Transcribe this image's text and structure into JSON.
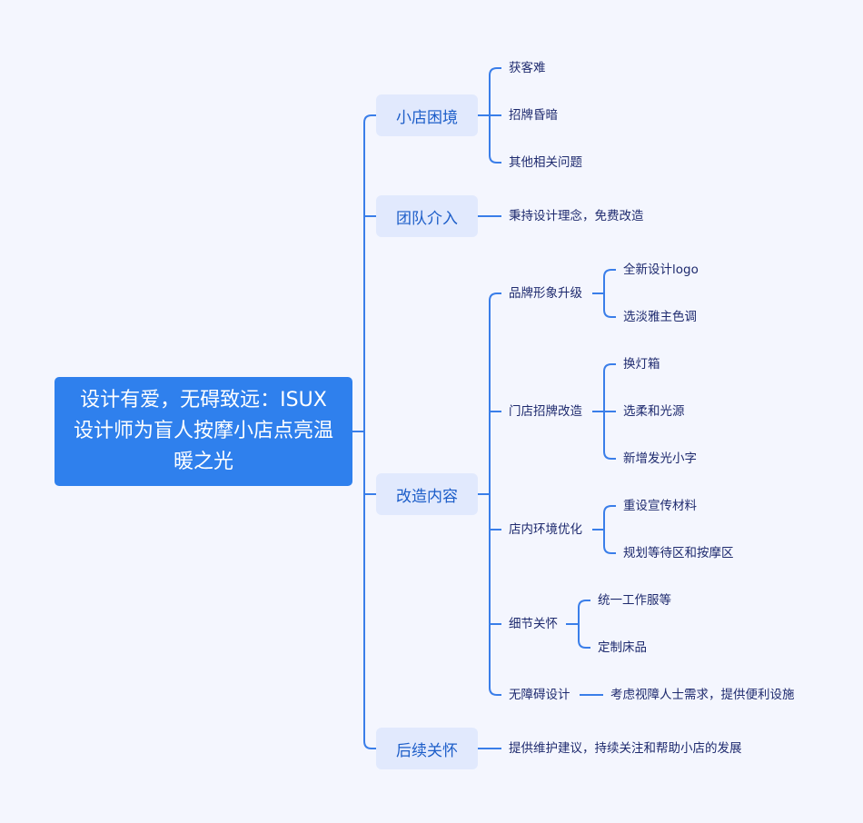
{
  "root": "设计有爱，无碍致远：ISUX设计师为盲人按摩小店点亮温暖之光",
  "branches": [
    {
      "label": "小店困境",
      "children": [
        "获客难",
        "招牌昏暗",
        "其他相关问题"
      ]
    },
    {
      "label": "团队介入",
      "children": [
        "秉持设计理念，免费改造"
      ]
    },
    {
      "label": "改造内容",
      "children": [
        {
          "label": "品牌形象升级",
          "children": [
            "全新设计logo",
            "选淡雅主色调"
          ]
        },
        {
          "label": "门店招牌改造",
          "children": [
            "换灯箱",
            "选柔和光源",
            "新增发光小字"
          ]
        },
        {
          "label": "店内环境优化",
          "children": [
            "重设宣传材料",
            "规划等待区和按摩区"
          ]
        },
        {
          "label": "细节关怀",
          "children": [
            "统一工作服等",
            "定制床品"
          ]
        },
        {
          "label": "无障碍设计",
          "children": [
            "考虑视障人士需求，提供便利设施"
          ]
        }
      ]
    },
    {
      "label": "后续关怀",
      "children": [
        "提供维护建议，持续关注和帮助小店的发展"
      ]
    }
  ],
  "colors": {
    "line": "#3a7ee9",
    "root": "#2f80ed",
    "branch_bg": "#e1e9fd",
    "background": "#f4f6fe"
  }
}
